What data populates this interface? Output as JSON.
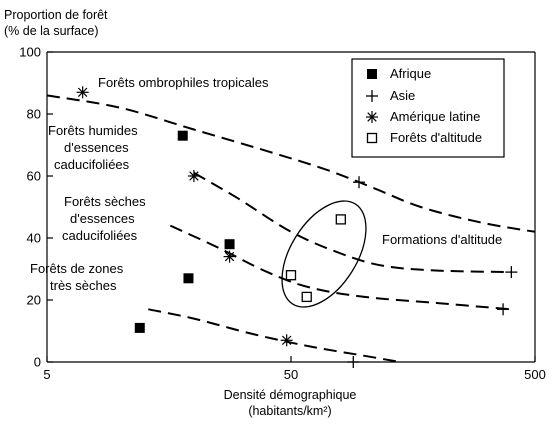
{
  "chart_data": {
    "type": "scatter",
    "ylabel_lines": [
      "Proportion de forêt",
      "(% de la surface)"
    ],
    "xlabel_lines": [
      "Densité démographique",
      "(habitants/km²)"
    ],
    "x_scale": "log",
    "xlim": [
      5,
      500
    ],
    "ylim": [
      0,
      100
    ],
    "x_ticks": [
      5,
      50,
      500
    ],
    "x_tick_labels": [
      "5",
      "50",
      "500"
    ],
    "y_ticks": [
      0,
      20,
      40,
      60,
      80,
      100
    ],
    "y_tick_labels": [
      "0",
      "20",
      "40",
      "60",
      "80",
      "100"
    ],
    "grid": false,
    "legend_position": "top-right",
    "series": [
      {
        "name": "Afrique",
        "marker": "filled-square",
        "points": [
          [
            18,
            73
          ],
          [
            28,
            38
          ],
          [
            19,
            27
          ],
          [
            12,
            11
          ]
        ]
      },
      {
        "name": "Asie",
        "marker": "plus",
        "points": [
          [
            95,
            58
          ],
          [
            400,
            29
          ],
          [
            370,
            17
          ],
          [
            90,
            0
          ]
        ]
      },
      {
        "name": "Amérique latine",
        "marker": "asterisk",
        "points": [
          [
            7,
            87
          ],
          [
            20,
            60
          ],
          [
            28,
            34
          ],
          [
            48,
            7
          ]
        ]
      },
      {
        "name": "Forêts d'altitude",
        "marker": "open-square",
        "points": [
          [
            80,
            46
          ],
          [
            50,
            28
          ],
          [
            58,
            21
          ]
        ]
      }
    ],
    "curves": [
      {
        "label_lines": [
          "Forêts ombrophiles tropicales"
        ],
        "points": [
          [
            5,
            86
          ],
          [
            10,
            82
          ],
          [
            20,
            75
          ],
          [
            40,
            68
          ],
          [
            70,
            62
          ],
          [
            110,
            56
          ],
          [
            170,
            50
          ],
          [
            300,
            45
          ],
          [
            500,
            42
          ]
        ]
      },
      {
        "label_lines": [
          "Forêts humides",
          "d'essences",
          "caducifoliées"
        ],
        "points": [
          [
            20,
            61
          ],
          [
            30,
            53
          ],
          [
            50,
            42
          ],
          [
            80,
            35
          ],
          [
            120,
            31
          ],
          [
            200,
            29.5
          ],
          [
            400,
            29
          ]
        ]
      },
      {
        "label_lines": [
          "Forêts sèches",
          "d'essences",
          "caducifoliées"
        ],
        "points": [
          [
            16,
            44
          ],
          [
            25,
            37
          ],
          [
            40,
            29
          ],
          [
            60,
            24
          ],
          [
            100,
            21
          ],
          [
            200,
            19
          ],
          [
            400,
            17
          ]
        ]
      },
      {
        "label_lines": [
          "Forêts de zones",
          "très sèches"
        ],
        "points": [
          [
            13,
            17
          ],
          [
            20,
            14
          ],
          [
            35,
            9
          ],
          [
            60,
            5
          ],
          [
            100,
            2
          ],
          [
            140,
            0
          ]
        ]
      }
    ],
    "annotations": [
      {
        "text": "Formations d'altitude"
      }
    ]
  }
}
